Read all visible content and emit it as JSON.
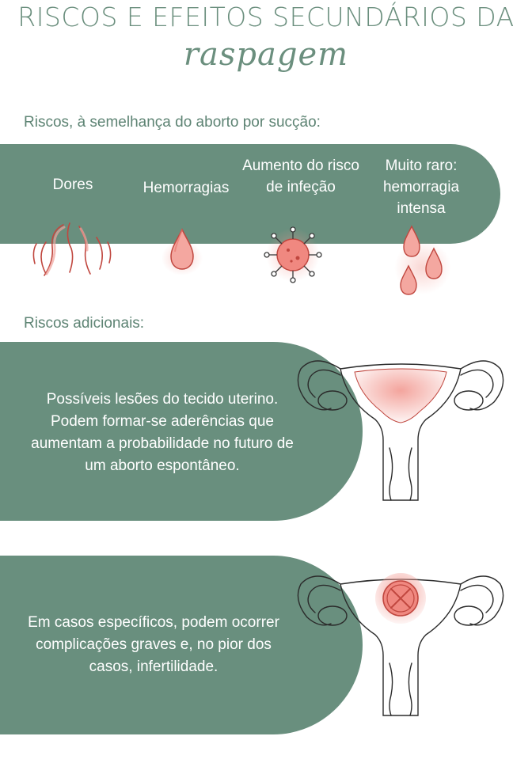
{
  "header": {
    "title": "RISCOS E EFEITOS SECUNDÁRIOS DA",
    "subtitle": "raspagem"
  },
  "risks_section": {
    "label": "Riscos, à semelhança do aborto por sucção:",
    "items": [
      {
        "label": "Dores",
        "icon": "pain-icon"
      },
      {
        "label": "Hemorragias",
        "icon": "blood-drop-icon"
      },
      {
        "label": "Aumento do risco de infeção",
        "icon": "virus-icon"
      },
      {
        "label": "Muito raro: hemorragia intensa",
        "icon": "blood-drops-icon"
      }
    ]
  },
  "additional_section": {
    "label": "Riscos adicionais:",
    "cards": [
      {
        "text": "Possíveis lesões do tecido uterino. Podem formar-se aderências que aumentam a probabilidade no futuro de um aborto espontâneo.",
        "icon": "uterus-lining-icon"
      },
      {
        "text": "Em casos específicos, podem ocorrer complicações graves e, no pior dos casos, infertilidade.",
        "icon": "uterus-blocked-icon"
      }
    ]
  },
  "colors": {
    "brand_green": "#698f7e",
    "accent_red": "#e8736b",
    "text_white": "#ffffff"
  }
}
